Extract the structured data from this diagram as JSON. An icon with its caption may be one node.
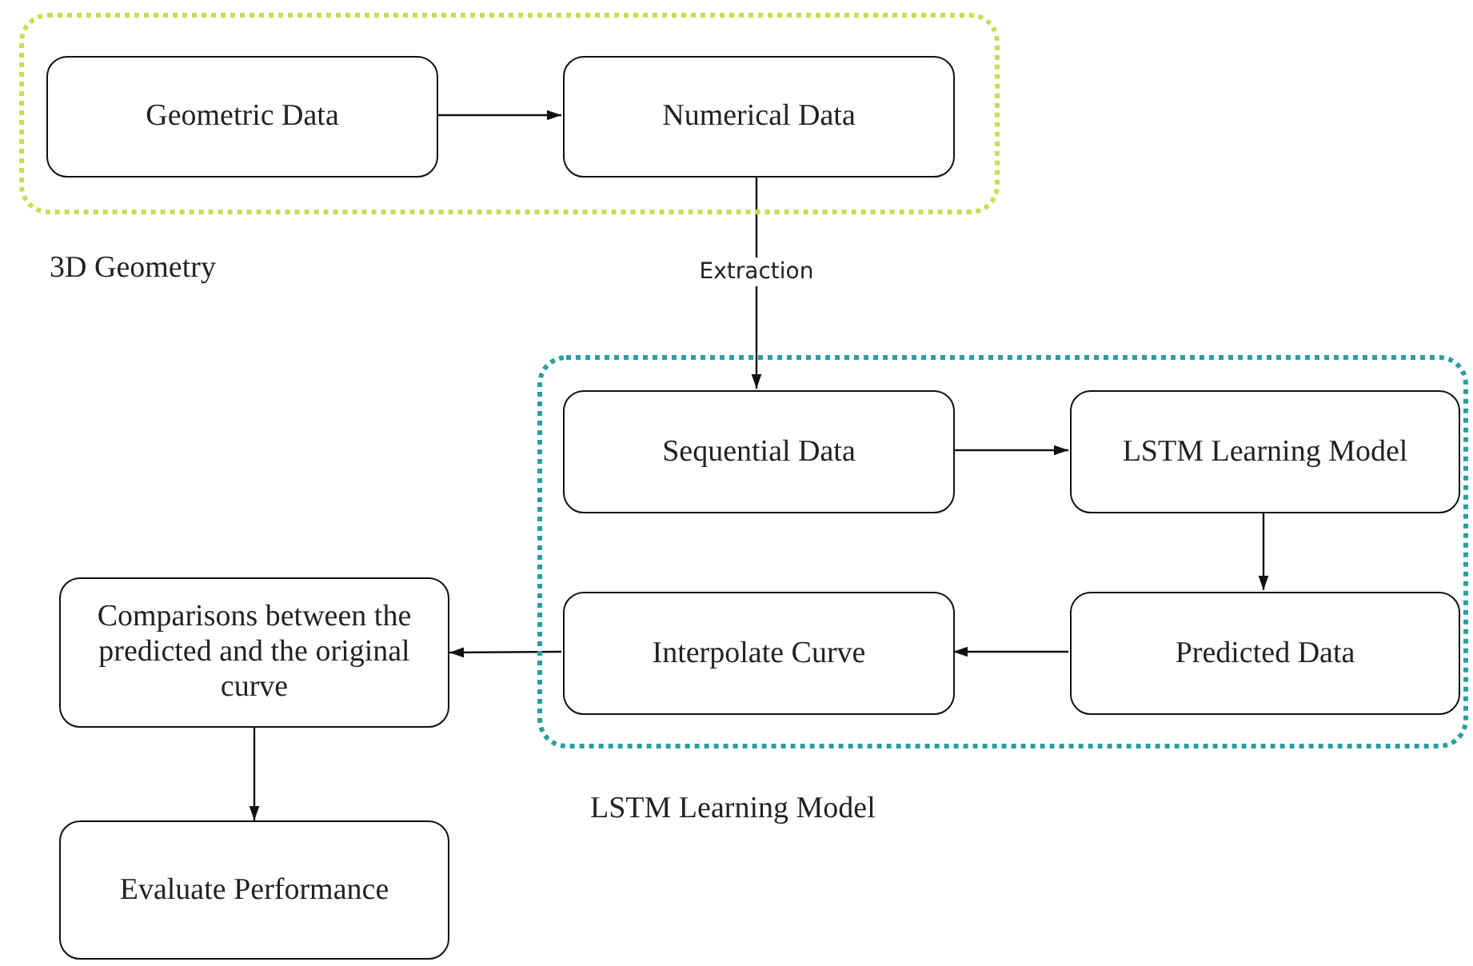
{
  "diagram": {
    "nodes": [
      {
        "text": [
          "3D Geometry"
        ]
      },
      {
        "text": [
          "Geometric Data"
        ],
        "in": 0
      },
      {
        "text": [
          "Numerical Data"
        ],
        "in": 0
      },
      {
        "text": [
          "LSTM Learning Model"
        ]
      },
      {
        "text": [
          "Sequential Data"
        ],
        "in": 3
      },
      {
        "text": [
          "LSTM Learning Model"
        ],
        "in": 3
      },
      {
        "text": [
          "Interpolate Curve"
        ],
        "in": 3
      },
      {
        "text": [
          "Predicted Data"
        ],
        "in": 3
      },
      {
        "text": [
          "Comparisons between the predicted and the original curve"
        ]
      },
      {
        "text": [
          "Evaluate Performance"
        ]
      }
    ],
    "edges": [
      {
        "from": 1,
        "to": 2,
        "arrow": "to"
      },
      {
        "from": 2,
        "to": 4,
        "arrow": "to",
        "label": "Extraction"
      },
      {
        "from": 4,
        "to": 5,
        "arrow": "to"
      },
      {
        "from": 5,
        "to": 7,
        "arrow": "to"
      },
      {
        "from": 7,
        "to": 6,
        "arrow": "to"
      },
      {
        "from": 6,
        "to": 8,
        "arrow": "to"
      },
      {
        "from": 8,
        "to": 9,
        "arrow": "to"
      }
    ]
  }
}
